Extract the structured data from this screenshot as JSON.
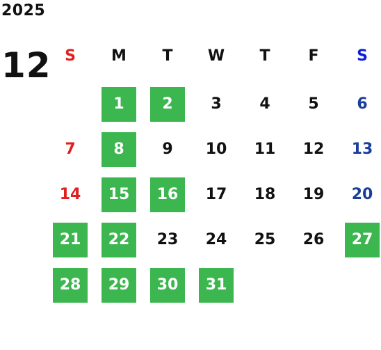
{
  "calendar": {
    "year": "2025",
    "month": "12",
    "colors": {
      "sunday": "#e02020",
      "saturday": "#1a3f9a",
      "saturday_header": "#0b1fd8",
      "weekday": "#111111",
      "holiday_bg": "#3cb64e",
      "holiday_text": "#ffffff"
    },
    "weekdays": [
      "S",
      "M",
      "T",
      "W",
      "T",
      "F",
      "S"
    ],
    "weeks": [
      [
        null,
        {
          "d": "1",
          "h": true
        },
        {
          "d": "2",
          "h": true
        },
        {
          "d": "3"
        },
        {
          "d": "4"
        },
        {
          "d": "5"
        },
        {
          "d": "6"
        }
      ],
      [
        {
          "d": "7"
        },
        {
          "d": "8",
          "h": true
        },
        {
          "d": "9"
        },
        {
          "d": "10"
        },
        {
          "d": "11"
        },
        {
          "d": "12"
        },
        {
          "d": "13"
        }
      ],
      [
        {
          "d": "14"
        },
        {
          "d": "15",
          "h": true
        },
        {
          "d": "16",
          "h": true
        },
        {
          "d": "17"
        },
        {
          "d": "18"
        },
        {
          "d": "19"
        },
        {
          "d": "20"
        }
      ],
      [
        {
          "d": "21",
          "h": true
        },
        {
          "d": "22",
          "h": true
        },
        {
          "d": "23"
        },
        {
          "d": "24"
        },
        {
          "d": "25"
        },
        {
          "d": "26"
        },
        {
          "d": "27",
          "h": true
        }
      ],
      [
        {
          "d": "28",
          "h": true
        },
        {
          "d": "29",
          "h": true
        },
        {
          "d": "30",
          "h": true
        },
        {
          "d": "31",
          "h": true
        },
        null,
        null,
        null
      ]
    ]
  }
}
